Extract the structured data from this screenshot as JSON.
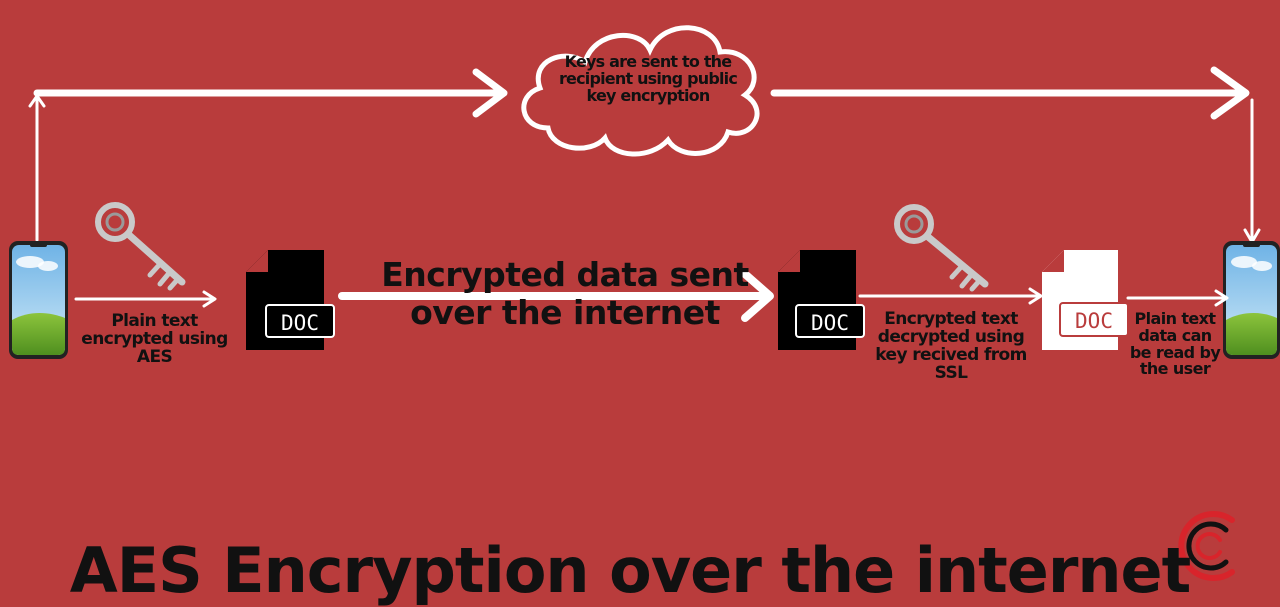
{
  "cloud_text": [
    "Keys are sent to the",
    "recipient using public",
    "key encryption"
  ],
  "label_encrypt": [
    "Plain text",
    "encrypted using",
    "AES"
  ],
  "label_transit": [
    "Encrypted data sent",
    "over the internet"
  ],
  "label_decrypt": [
    "Encrypted text",
    "decrypted using",
    "key recived from",
    "SSL"
  ],
  "label_read": [
    "Plain text",
    "data can",
    "be read by",
    "the user"
  ],
  "doc_label": "DOC",
  "title": "AES Encryption over the internet",
  "colors": {
    "background": "#b93c3c",
    "arrow": "#ffffff",
    "text": "#111111",
    "doc_encrypted": "#000000",
    "doc_plain": "#ffffff"
  },
  "icons": [
    "phone-icon",
    "key-icon",
    "document-icon",
    "cloud-icon",
    "logo-icon"
  ]
}
